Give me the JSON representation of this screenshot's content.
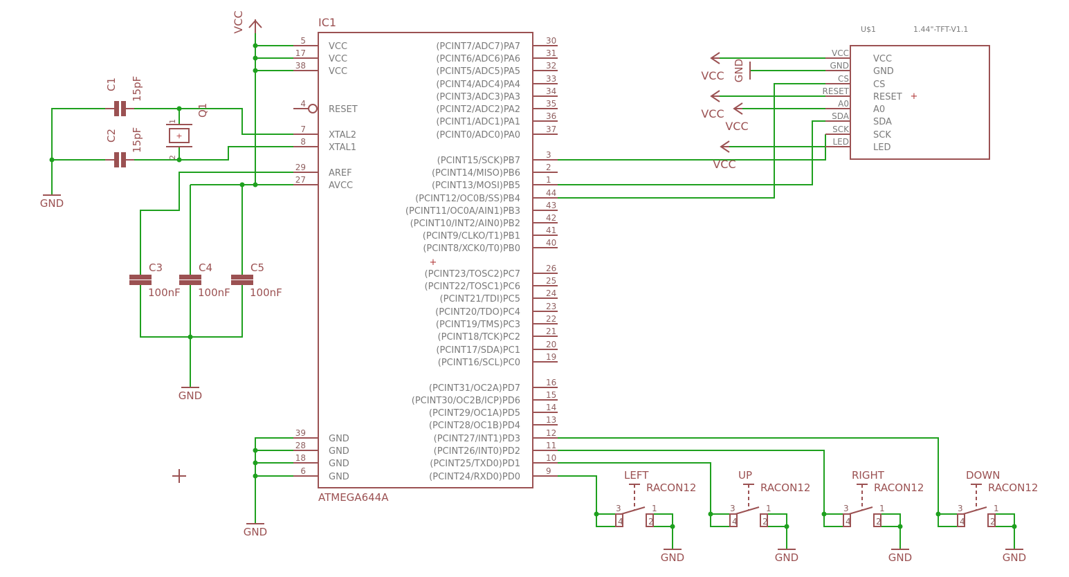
{
  "ic1": {
    "ref": "IC1",
    "part": "ATMEGA644A",
    "left_pins": [
      {
        "num": "5",
        "name": "VCC"
      },
      {
        "num": "17",
        "name": "VCC"
      },
      {
        "num": "38",
        "name": "VCC"
      },
      {
        "num": "4",
        "name": "RESET"
      },
      {
        "num": "7",
        "name": "XTAL2"
      },
      {
        "num": "8",
        "name": "XTAL1"
      },
      {
        "num": "29",
        "name": "AREF"
      },
      {
        "num": "27",
        "name": "AVCC"
      },
      {
        "num": "39",
        "name": "GND"
      },
      {
        "num": "28",
        "name": "GND"
      },
      {
        "num": "18",
        "name": "GND"
      },
      {
        "num": "6",
        "name": "GND"
      }
    ],
    "right_pins": [
      {
        "num": "30",
        "name": "(PCINT7/ADC7)PA7"
      },
      {
        "num": "31",
        "name": "(PCINT6/ADC6)PA6"
      },
      {
        "num": "32",
        "name": "(PCINT5/ADC5)PA5"
      },
      {
        "num": "33",
        "name": "(PCINT4/ADC4)PA4"
      },
      {
        "num": "34",
        "name": "(PCINT3/ADC3)PA3"
      },
      {
        "num": "35",
        "name": "(PCINT2/ADC2)PA2"
      },
      {
        "num": "36",
        "name": "(PCINT1/ADC1)PA1"
      },
      {
        "num": "37",
        "name": "(PCINT0/ADC0)PA0"
      },
      {
        "num": "3",
        "name": "(PCINT15/SCK)PB7"
      },
      {
        "num": "2",
        "name": "(PCINT14/MISO)PB6"
      },
      {
        "num": "1",
        "name": "(PCINT13/MOSI)PB5"
      },
      {
        "num": "44",
        "name": "(PCINT12/OC0B/SS)PB4"
      },
      {
        "num": "43",
        "name": "(PCINT11/OC0A/AIN1)PB3"
      },
      {
        "num": "42",
        "name": "(PCINT10/INT2/AIN0)PB2"
      },
      {
        "num": "41",
        "name": "(PCINT9/CLKO/T1)PB1"
      },
      {
        "num": "40",
        "name": "(PCINT8/XCK0/T0)PB0"
      },
      {
        "num": "26",
        "name": "(PCINT23/TOSC2)PC7"
      },
      {
        "num": "25",
        "name": "(PCINT22/TOSC1)PC6"
      },
      {
        "num": "24",
        "name": "(PCINT21/TDI)PC5"
      },
      {
        "num": "23",
        "name": "(PCINT20/TDO)PC4"
      },
      {
        "num": "22",
        "name": "(PCINT19/TMS)PC3"
      },
      {
        "num": "21",
        "name": "(PCINT18/TCK)PC2"
      },
      {
        "num": "20",
        "name": "(PCINT17/SDA)PC1"
      },
      {
        "num": "19",
        "name": "(PCINT16/SCL)PC0"
      },
      {
        "num": "16",
        "name": "(PCINT31/OC2A)PD7"
      },
      {
        "num": "15",
        "name": "(PCINT30/OC2B/ICP)PD6"
      },
      {
        "num": "14",
        "name": "(PCINT29/OC1A)PD5"
      },
      {
        "num": "13",
        "name": "(PCINT28/OC1B)PD4"
      },
      {
        "num": "12",
        "name": "(PCINT27/INT1)PD3"
      },
      {
        "num": "11",
        "name": "(PCINT26/INT0)PD2"
      },
      {
        "num": "10",
        "name": "(PCINT25/TXD0)PD1"
      },
      {
        "num": "9",
        "name": "(PCINT24/RXD0)PD0"
      }
    ]
  },
  "tft": {
    "ref": "U$1",
    "part": "1.44\"-TFT-V1.1",
    "pins": [
      "VCC",
      "GND",
      "CS",
      "RESET",
      "A0",
      "SDA",
      "SCK",
      "LED"
    ]
  },
  "caps": [
    {
      "ref": "C1",
      "value": "15pF"
    },
    {
      "ref": "C2",
      "value": "15pF"
    },
    {
      "ref": "C3",
      "value": "100nF"
    },
    {
      "ref": "C4",
      "value": "100nF"
    },
    {
      "ref": "C5",
      "value": "100nF"
    }
  ],
  "crystal": {
    "ref": "Q1",
    "pins": [
      "1",
      "2"
    ]
  },
  "buttons": [
    {
      "label": "LEFT",
      "part": "RACON12"
    },
    {
      "label": "UP",
      "part": "RACON12"
    },
    {
      "label": "RIGHT",
      "part": "RACON12"
    },
    {
      "label": "DOWN",
      "part": "RACON12"
    }
  ],
  "button_pins": [
    "3",
    "1",
    "4",
    "2"
  ],
  "nets": {
    "vcc": "VCC",
    "gnd": "GND"
  },
  "colors": {
    "wire": "#1ea01e",
    "symbol": "#9b5152",
    "text": "#8f5f5f",
    "junction": "#1ea01e"
  }
}
